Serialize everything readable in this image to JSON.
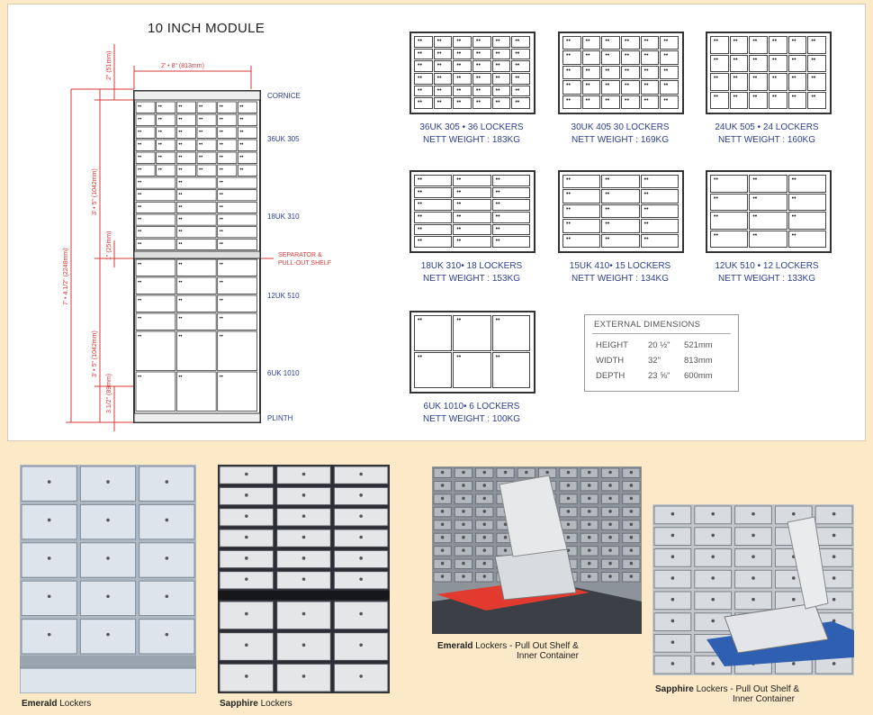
{
  "module": {
    "title": "10 INCH MODULE",
    "width_label": "2' • 8\" (813mm)",
    "cornice": "CORNICE",
    "plinth": "PLINTH",
    "separator": "SEPARATOR &\nPULL-OUT SHELF",
    "total_height": "7' • 4.1/2\" (2248mm)",
    "upper_height": "3' • 5\" (1042mm)",
    "lower_height": "3' • 5\" (1042mm)",
    "top_gap": "2\" (51mm)",
    "sep_gap": "1\" (25mm)",
    "plinth_gap": "3.1/2\" (89mm)",
    "section_labels": [
      "36UK 305",
      "18UK 310",
      "12UK 510",
      "6UK 1010"
    ]
  },
  "models": [
    {
      "name": "36UK 305 • 36 LOCKERS",
      "weight": "NETT WEIGHT : 183KG",
      "cols": 6,
      "rows": 6
    },
    {
      "name": "30UK 405 30 LOCKERS",
      "weight": "NETT WEIGHT : 169KG",
      "cols": 6,
      "rows": 5
    },
    {
      "name": "24UK 505 • 24 LOCKERS",
      "weight": "NETT WEIGHT : 160KG",
      "cols": 6,
      "rows": 4
    },
    {
      "name": "18UK 310• 18 LOCKERS",
      "weight": "NETT WEIGHT : 153KG",
      "cols": 3,
      "rows": 6
    },
    {
      "name": "15UK 410• 15 LOCKERS",
      "weight": "NETT WEIGHT : 134KG",
      "cols": 3,
      "rows": 5
    },
    {
      "name": "12UK 510 • 12 LOCKERS",
      "weight": "NETT WEIGHT : 133KG",
      "cols": 3,
      "rows": 4
    },
    {
      "name": "6UK 1010• 6 LOCKERS",
      "weight": "NETT WEIGHT : 100KG",
      "cols": 3,
      "rows": 2
    }
  ],
  "dimensions": {
    "heading": "EXTERNAL DIMENSIONS",
    "rows": [
      {
        "label": "HEIGHT",
        "imperial": "20 ½\"",
        "metric": "521mm"
      },
      {
        "label": "WIDTH",
        "imperial": "32\"",
        "metric": "813mm"
      },
      {
        "label": "DEPTH",
        "imperial": "23 ⅝\"",
        "metric": "600mm"
      }
    ]
  },
  "captions": {
    "emerald": {
      "bold": "Emerald",
      "rest": " Lockers"
    },
    "sapphire": {
      "bold": "Sapphire",
      "rest": " Lockers"
    },
    "emerald_shelf": {
      "bold": "Emerald",
      "rest": " Lockers - Pull Out Shelf &",
      "line2": "Inner Container"
    },
    "sapphire_shelf": {
      "bold": "Sapphire",
      "rest": " Lockers - Pull Out Shelf &",
      "line2": "Inner Container"
    }
  },
  "colors": {
    "accent_blue": "#2b3f8f",
    "dimension_red": "#d63a3a",
    "background": "#fbe9c7"
  }
}
